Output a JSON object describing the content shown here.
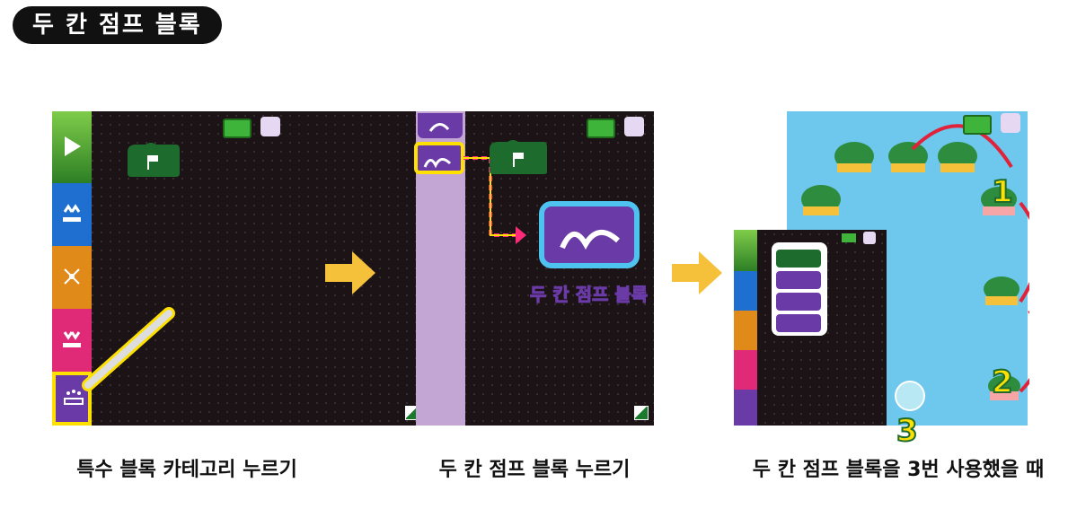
{
  "page_title": "두 칸 점프 블록",
  "captions": [
    "특수 블록 카테고리 누르기",
    "두 칸 점프 블록 누르기",
    "두 칸 점프 블록을 3번 사용했을 때"
  ],
  "panel2": {
    "enlarged_block_label": "두 칸 점프 블록"
  },
  "panel3": {
    "step_numbers": [
      "1",
      "2",
      "3"
    ]
  },
  "colors": {
    "play": "#3a8a2e",
    "category_blue": "#1e6fd0",
    "category_orange": "#e08a1a",
    "category_pink": "#e02a78",
    "category_purple": "#6a3aa6",
    "highlight_yellow": "#ffe000",
    "water": "#6ec7ec"
  }
}
